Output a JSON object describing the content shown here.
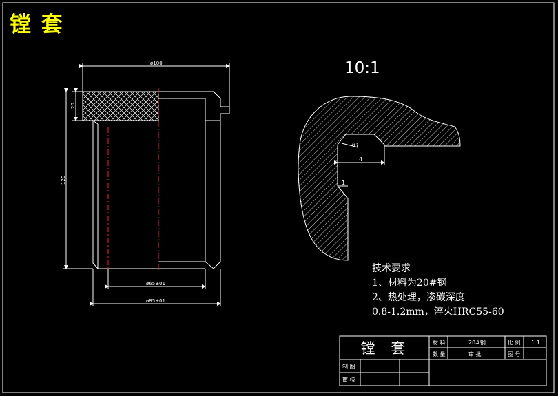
{
  "drawing": {
    "title": "镗 套",
    "scale_label": "10:1",
    "colors": {
      "background": "#000000",
      "outline": "#ffffff",
      "center_line": "#ff2020",
      "title": "#ffff00"
    },
    "dimensions": {
      "top_diameter": "ø100",
      "flange_height": "20",
      "total_height": "120",
      "inner_diameter": "ø65±01",
      "outer_diameter": "ø85±01",
      "detail_radius": "R1",
      "detail_width": "4",
      "detail_gap": "1"
    },
    "technical_requirements": {
      "heading": "技术要求",
      "line1": "1、材料为20#钢",
      "line2": "2、热处理，渗碳深度",
      "line3": "0.8-1.2mm，淬火HRC55-60"
    },
    "title_block": {
      "part_name": "镗 套",
      "material_label": "材 料",
      "material_value": "20#钢",
      "scale_label": "比 例",
      "scale_value": "1:1",
      "quantity_label": "数 量",
      "review_label": "审 批",
      "drawing_no_label": "图 号",
      "drafter_label": "制 图",
      "checker_label": "审 核"
    }
  }
}
